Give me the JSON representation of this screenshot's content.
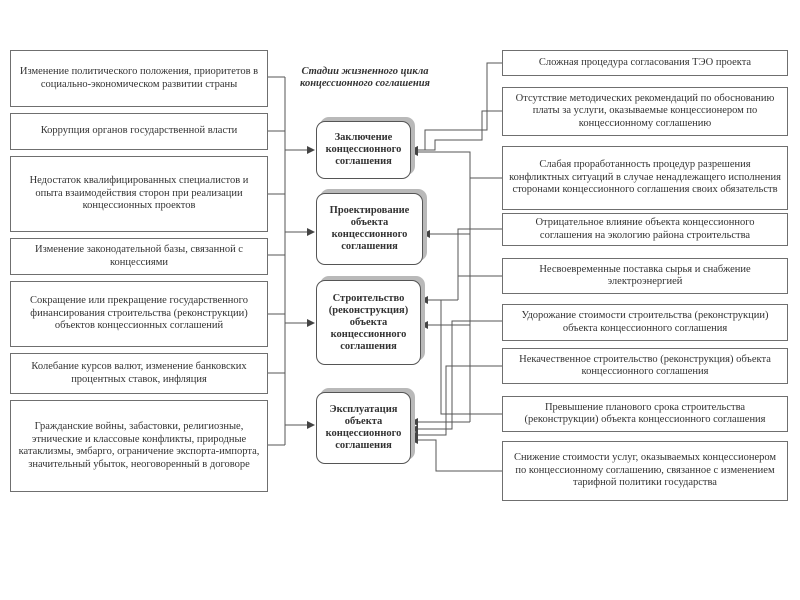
{
  "title": "Стадии жизненного цикла концессионного соглашения",
  "stages": [
    "Заключение концессионного соглашения",
    "Проектирование объекта концессионного соглашения",
    "Строительство (реконструкция) объекта концессионного соглашения",
    "Эксплуатация объекта концессионного соглашения"
  ],
  "left_risks": [
    "Изменение политического положения, приоритетов в социально-экономическом развитии страны",
    "Коррупция органов государственной власти",
    "Недостаток квалифицированных специалистов и опыта взаимодействия сторон при реализации концессионных проектов",
    "Изменение законодательной базы, связанной с концессиями",
    "Сокращение или прекращение государственного финансирования строительства (реконструкции) объектов концессионных соглашений",
    "Колебание курсов валют, изменение банковских процентных ставок, инфляция",
    "Гражданские войны, забастовки, религиозные, этнические и классовые конфликты, природные катаклизмы, эмбарго, ограничение экспорта-импорта, значительный убыток, неоговоренный в договоре"
  ],
  "right_risks": [
    "Сложная процедура согласования ТЭО проекта",
    "Отсутствие методических рекомендаций по обоснованию платы за услуги, оказываемые концессионером по концессионному соглашению",
    "Слабая проработанность процедур разрешения конфликтных ситуаций в случае ненадлежащего исполнения сторонами концессионного соглашения своих обязательств",
    "Отрицательное влияние объекта концессионного соглашения на экологию района строительства",
    "Несвоевременные поставка сырья и снабжение электроэнергией",
    "Удорожание стоимости строительства (реконструкции) объекта концессионного соглашения",
    "Некачественное строительство (реконструкция) объекта концессионного соглашения",
    "Превышение планового срока строительства (реконструкции) объекта концессионного соглашения",
    "Снижение стоимости услуг, оказываемых концессионером по концессионному соглашению, связанное с изменением тарифной политики государства"
  ],
  "colors": {
    "line": "#555555",
    "box_border": "#6f6f6f",
    "stage_shadow": "#b9b9b9"
  }
}
